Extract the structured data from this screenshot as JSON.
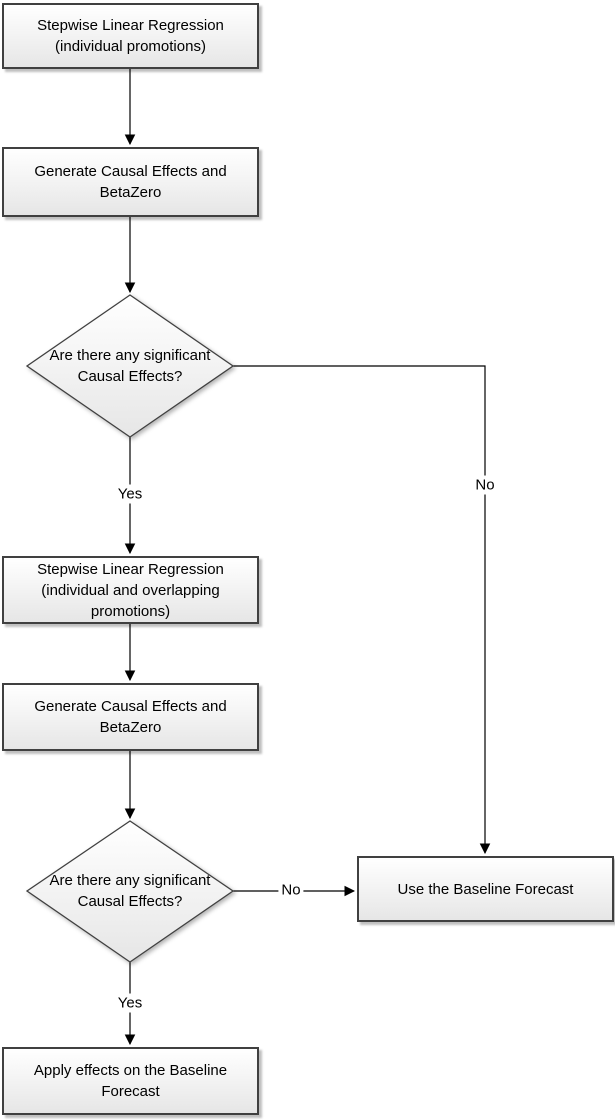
{
  "flowchart": {
    "type": "flowchart",
    "nodes": [
      {
        "id": "n1",
        "type": "process",
        "label": "Stepwise Linear Regression (individual promotions)"
      },
      {
        "id": "n2",
        "type": "process",
        "label": "Generate Causal Effects and BetaZero"
      },
      {
        "id": "d1",
        "type": "decision",
        "label": "Are there any significant Causal Effects?"
      },
      {
        "id": "n3",
        "type": "process",
        "label": "Stepwise Linear Regression (individual and overlapping promotions)"
      },
      {
        "id": "n4",
        "type": "process",
        "label": "Generate Causal Effects and BetaZero"
      },
      {
        "id": "d2",
        "type": "decision",
        "label": "Are there any significant Causal Effects?"
      },
      {
        "id": "n5",
        "type": "process",
        "label": "Use the Baseline Forecast"
      },
      {
        "id": "n6",
        "type": "process",
        "label": "Apply effects on the Baseline Forecast"
      }
    ],
    "edges": [
      {
        "from": "n1",
        "to": "n2",
        "label": ""
      },
      {
        "from": "n2",
        "to": "d1",
        "label": ""
      },
      {
        "from": "d1",
        "to": "n3",
        "label": "Yes"
      },
      {
        "from": "d1",
        "to": "n5",
        "label": "No"
      },
      {
        "from": "n3",
        "to": "n4",
        "label": ""
      },
      {
        "from": "n4",
        "to": "d2",
        "label": ""
      },
      {
        "from": "d2",
        "to": "n6",
        "label": "Yes"
      },
      {
        "from": "d2",
        "to": "n5",
        "label": "No"
      }
    ],
    "colors": {
      "shape_fill_top": "#ffffff",
      "shape_fill_bottom": "#e6e6e6",
      "shape_border": "#404040",
      "connector": "#000000",
      "text": "#000000",
      "background": "#ffffff"
    }
  }
}
